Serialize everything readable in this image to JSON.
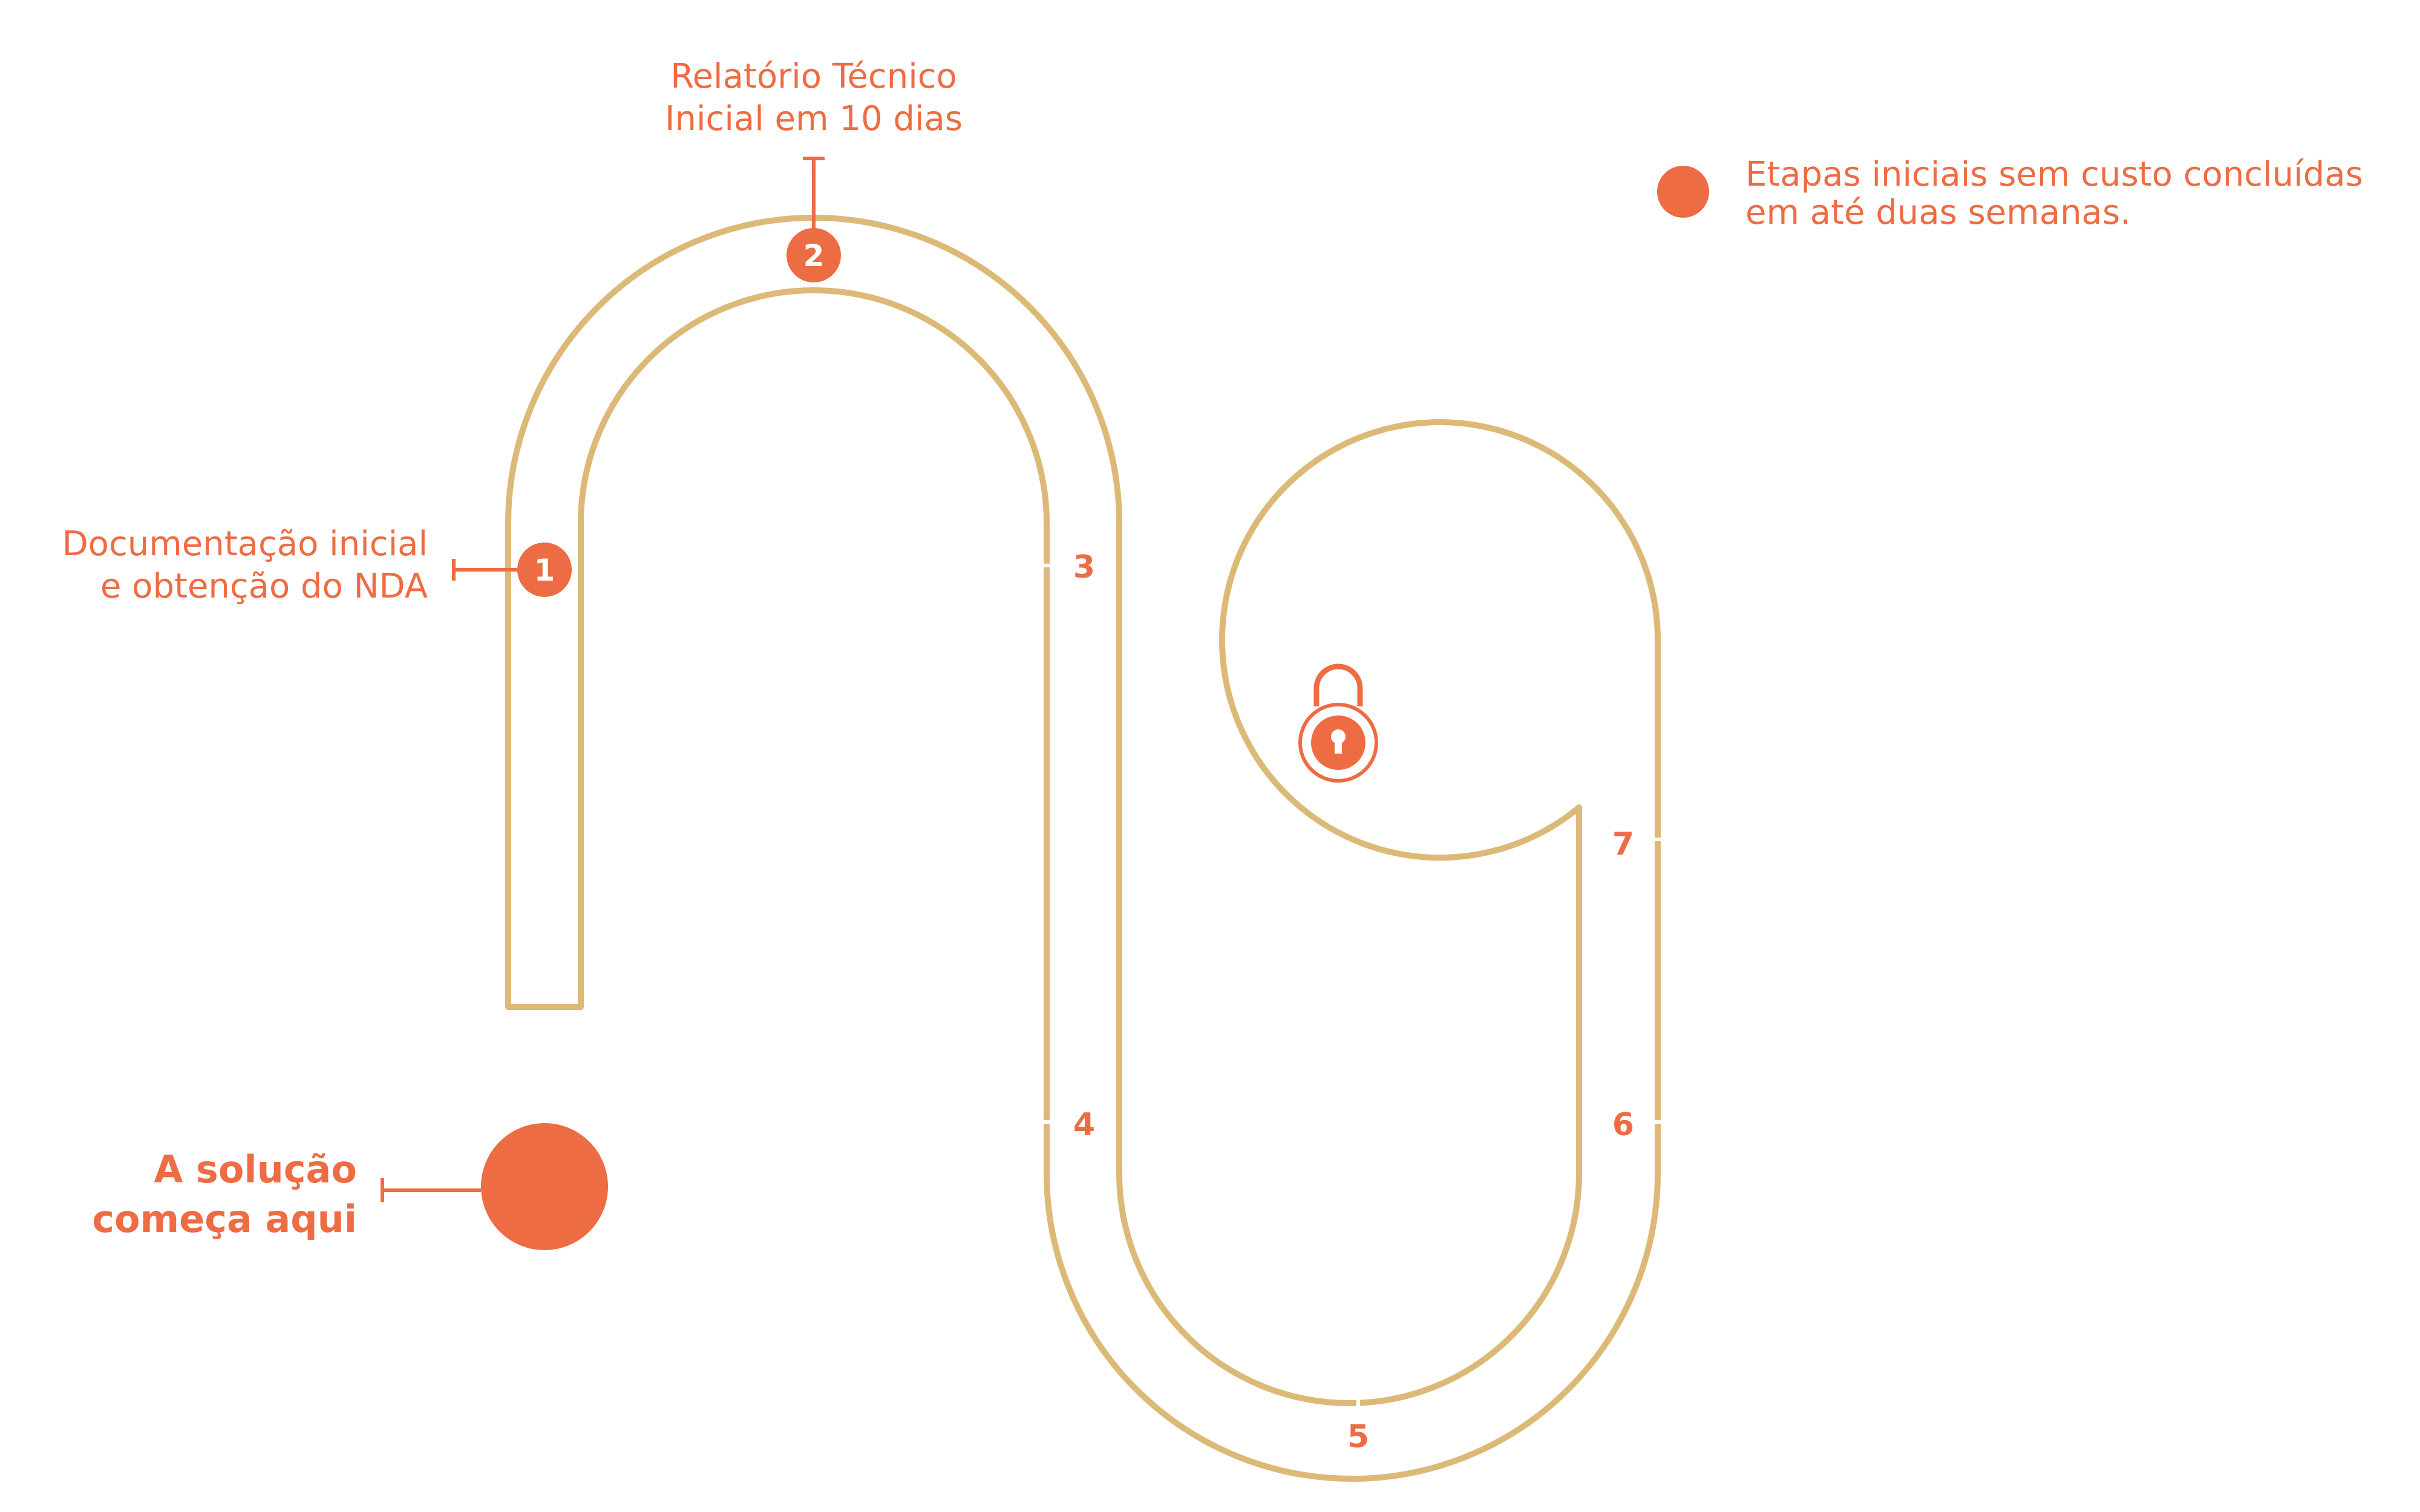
{
  "colors": {
    "accent": "#ee6c43",
    "track": "#dcb977",
    "background": "#ffffff"
  },
  "start": {
    "line1": "A solução",
    "line2": "começa aqui"
  },
  "legend": {
    "line1": "Etapas iniciais sem custo concluídas",
    "line2": "em até duas semanas."
  },
  "steps": {
    "s1": {
      "number": "1",
      "line1": "Documentação inicial",
      "line2": "e obtenção do NDA"
    },
    "s2": {
      "number": "2",
      "line1": "Relatório Técnico",
      "line2": "Inicial em 10 dias"
    },
    "s3": {
      "number": "3"
    },
    "s4": {
      "number": "4"
    },
    "s5": {
      "number": "5"
    },
    "s6": {
      "number": "6"
    },
    "s7": {
      "number": "7"
    }
  },
  "icons": {
    "goal": "padlock-icon"
  }
}
